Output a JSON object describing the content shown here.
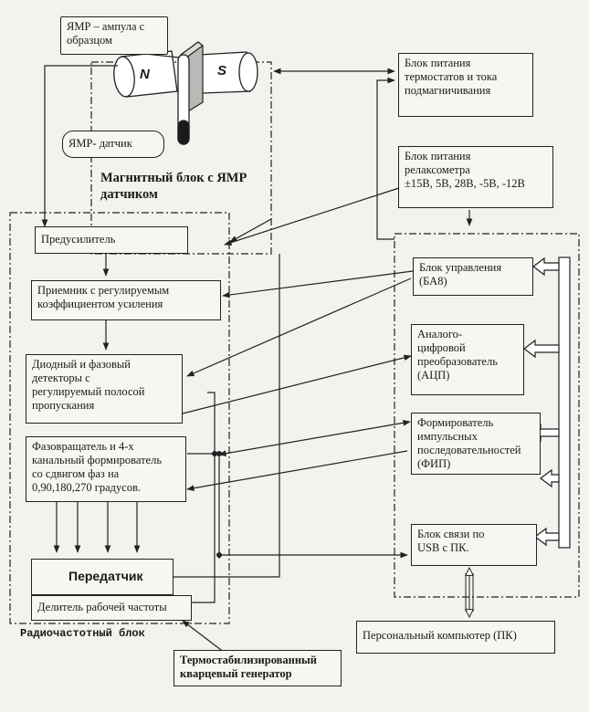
{
  "labels": {
    "ampoule": "ЯМР – ампула с\nобразцом",
    "sensor": "ЯМР- датчик",
    "magnet_n": "N",
    "magnet_s": "S",
    "magnetic_block": "Магнитный блок с ЯМР\nдатчиком",
    "power_thermo": "Блок питания\nтермостатов  и тока\nподмагничивания",
    "power_relax": "Блок питания\nрелаксометра\n±15В, 5В, 28В, -5В, -12В",
    "preamp": "Предусилитель",
    "receiver": "Приемник с  регулируемым\nкоэффициентом усиления",
    "detectors": "Диодный и фазовый\nдетекторы с\nрегулируемый полосой\nпропускания",
    "phase_shifter": "Фазовращатель  и 4-х\nканальный формирователь\nсо сдвигом фаз на\n0,90,180,270 градусов.",
    "transmitter": "Передатчик",
    "divider": "Делитель рабочей частоты",
    "rf_block": "Радиочастотный блок",
    "generator": "Термостабилизированный\nкварцевый генератор",
    "control": "Блок управления\n(БА8)",
    "adc": "Аналого-\nцифровой\nпреобразователь\n(АЦП)",
    "pulse": "Формирователь\nимпульсных\nпоследовательностей\n(ФИП)",
    "usb": "Блок связи по\nUSB с ПК.",
    "pc": "Персональный компьютер (ПК)"
  },
  "colors": {
    "ink": "#222222",
    "paper": "#f3f2ee",
    "magnet_fill": "#ffffff",
    "tube_dark": "#1a1a1a"
  }
}
